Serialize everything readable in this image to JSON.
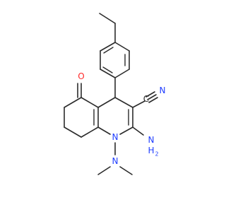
{
  "atoms": {
    "oxygen": {
      "label": "O",
      "color": "#ff2a2a"
    },
    "nitrile_n": {
      "label": "N",
      "color": "#1f3dff"
    },
    "ring_n": {
      "label": "N",
      "color": "#1f3dff"
    },
    "amine_n": {
      "label": "N",
      "color": "#1f3dff"
    },
    "amine_h": {
      "label": "H",
      "color": "#1f3dff"
    },
    "amine_h_count": {
      "label": "2",
      "color": "#1f3dff"
    },
    "dimethylamino_n": {
      "label": "N",
      "color": "#1f3dff"
    },
    "nitrile_c": {
      "label": "C",
      "color": "#2b2b2b"
    }
  },
  "colors": {
    "bond": "#2b2b2b",
    "background": "#ffffff"
  }
}
